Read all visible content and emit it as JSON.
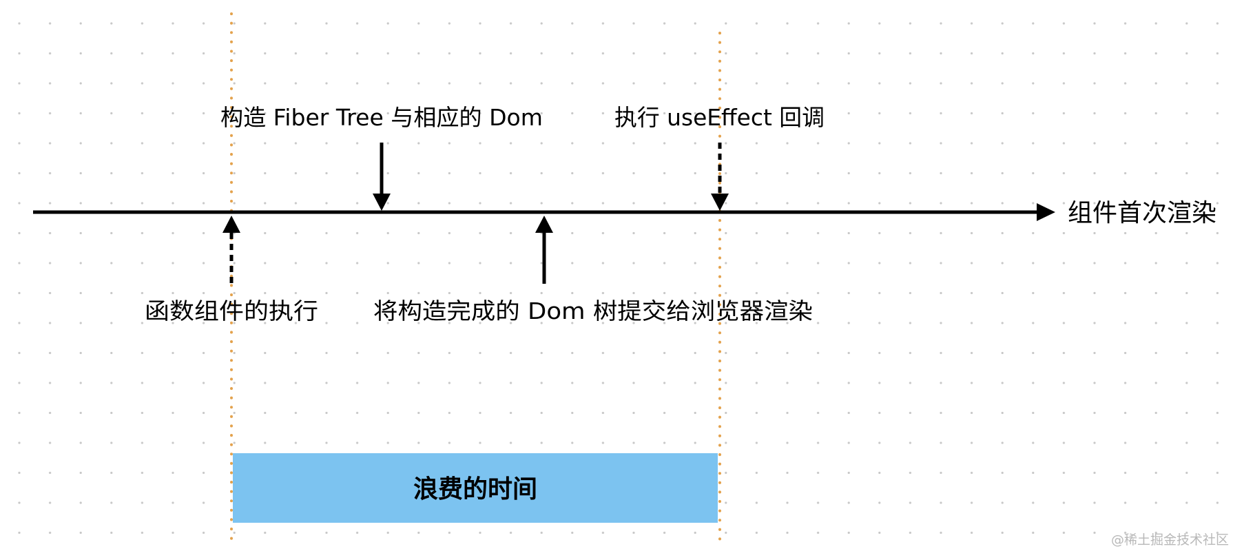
{
  "diagram": {
    "axis_label": "组件首次渲染",
    "top_labels": {
      "construct_fiber": "构造 Fiber Tree 与相应的 Dom",
      "use_effect": "执行 useEffect 回调"
    },
    "bottom_labels": {
      "function_exec": "函数组件的执行",
      "commit_dom": "将构造完成的 Dom 树提交给浏览器渲染"
    },
    "waste_box_label": "浪费的时间",
    "watermark": "@稀土掘金技术社区"
  },
  "colors": {
    "axis": "#000000",
    "dotted_guide": "#e3a24d",
    "grid_dot": "#c8c8c8",
    "waste_box_fill": "#7cc3f0",
    "watermark": "#b8b8b8"
  }
}
